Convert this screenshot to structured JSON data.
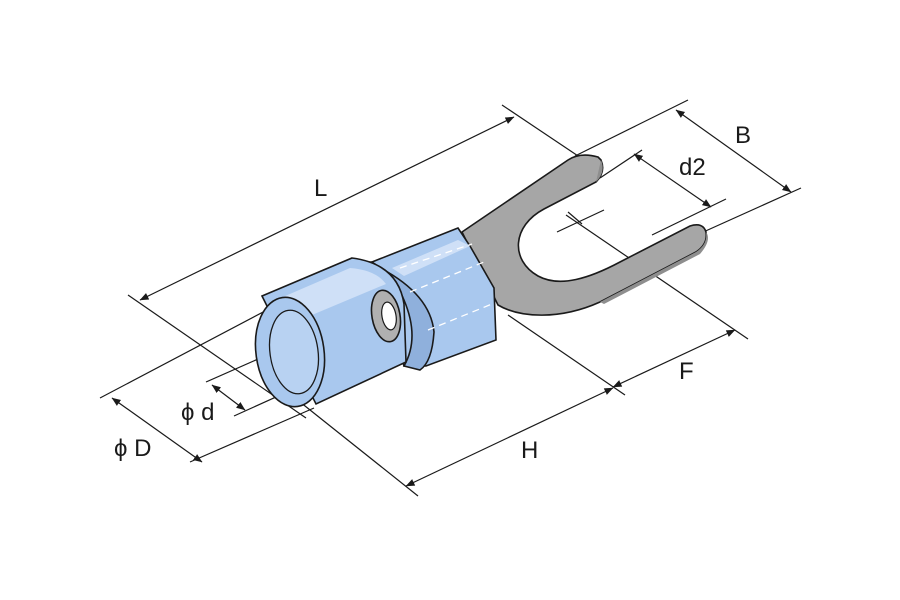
{
  "diagram": {
    "labels": {
      "L": "L",
      "B": "B",
      "d2": "d2",
      "F": "F",
      "H": "H",
      "phi_d": "ϕ d",
      "phi_D": "ϕ D"
    },
    "colors": {
      "insulation": "#a9c8ee",
      "insulation_light": "#cfe0f7",
      "insulation_dark": "#8fb0dc",
      "metal": "#a6a6a6",
      "metal_dark": "#8e8e8e",
      "line": "#1a1a1a",
      "background": "#ffffff"
    }
  }
}
